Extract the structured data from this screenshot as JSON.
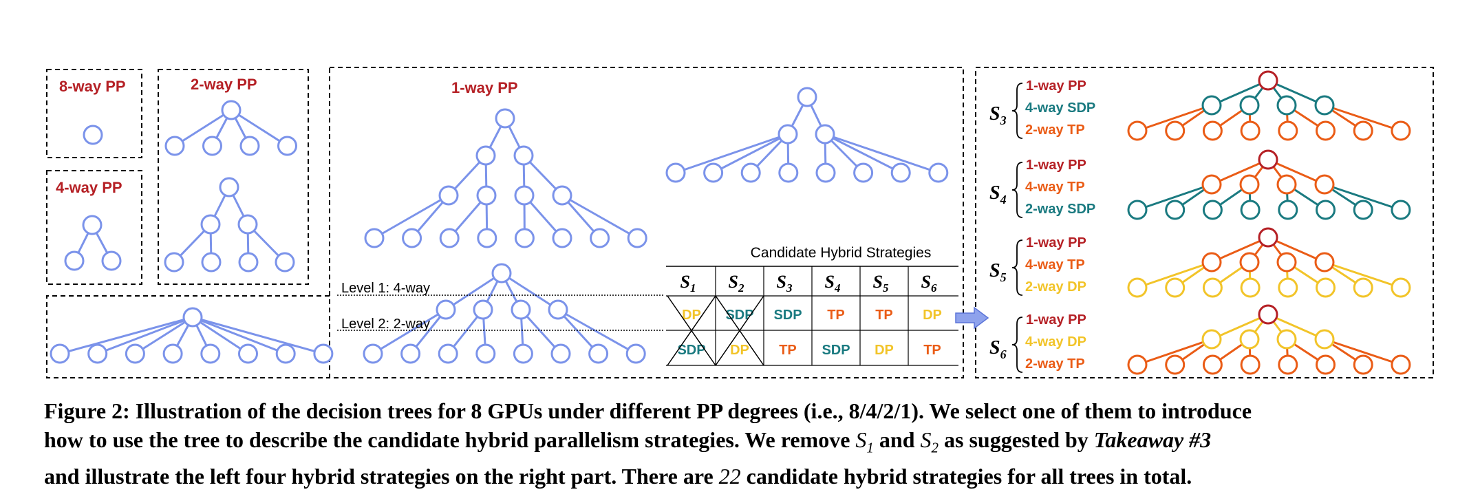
{
  "colors": {
    "tree": "#7b93ea",
    "pp_label": "#b52025",
    "sdp": "#1a7a80",
    "tp": "#ea5c16",
    "dp": "#f2c429",
    "root_dark": "#b52025"
  },
  "pp_labels": {
    "pp8": "8-way PP",
    "pp4": "4-way PP",
    "pp2": "2-way PP",
    "pp1": "1-way PP"
  },
  "levels": {
    "level1": "Level 1: 4-way",
    "level2": "Level 2: 2-way"
  },
  "table": {
    "title": "Candidate Hybrid Strategies",
    "headers": [
      "S",
      "S",
      "S",
      "S",
      "S",
      "S"
    ],
    "subscripts": [
      "1",
      "2",
      "3",
      "4",
      "5",
      "6"
    ],
    "row1": [
      "DP",
      "SDP",
      "SDP",
      "TP",
      "TP",
      "DP"
    ],
    "row2": [
      "SDP",
      "DP",
      "TP",
      "SDP",
      "DP",
      "TP"
    ],
    "row1_colors": [
      "dp",
      "sdp",
      "sdp",
      "tp",
      "tp",
      "dp"
    ],
    "row2_colors": [
      "sdp",
      "dp",
      "tp",
      "sdp",
      "dp",
      "tp"
    ]
  },
  "strategies": [
    {
      "sym": "S",
      "sub": "3",
      "lines": [
        "1-way PP",
        "4-way SDP",
        "2-way TP"
      ],
      "colors": [
        "pp",
        "sdp",
        "tp"
      ]
    },
    {
      "sym": "S",
      "sub": "4",
      "lines": [
        "1-way PP",
        "4-way TP",
        "2-way SDP"
      ],
      "colors": [
        "pp",
        "tp",
        "sdp"
      ]
    },
    {
      "sym": "S",
      "sub": "5",
      "lines": [
        "1-way PP",
        "4-way TP",
        "2-way DP"
      ],
      "colors": [
        "pp",
        "tp",
        "dp"
      ]
    },
    {
      "sym": "S",
      "sub": "6",
      "lines": [
        "1-way PP",
        "4-way DP",
        "2-way TP"
      ],
      "colors": [
        "pp",
        "dp",
        "tp"
      ]
    }
  ],
  "caption": {
    "line1": "Figure 2: Illustration of the decision trees for 8 GPUs under different PP degrees (i.e., 8/4/2/1). We select one of them to introduce",
    "line2_a": "how to use the tree to describe the candidate hybrid parallelism strategies. We remove ",
    "s": "S",
    "s1_sub": "1",
    "and": " and ",
    "s2_sub": "2",
    "line2_b": " as suggested by ",
    "takeaway": "Takeaway #3",
    "line3_a": "and illustrate the left four hybrid strategies on the right part. There are ",
    "count": "22",
    "line3_b": " candidate hybrid strategies for all trees in total."
  }
}
